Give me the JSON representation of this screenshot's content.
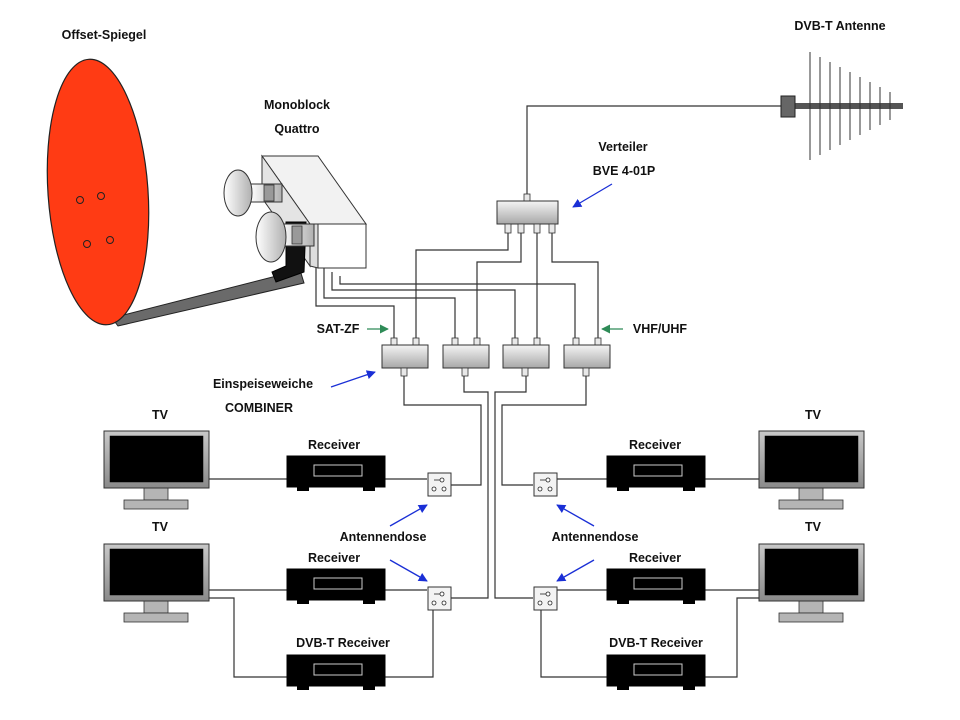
{
  "labels": {
    "dish": "Offset-Spiegel",
    "lnb_line1": "Monoblock",
    "lnb_line2": "Quattro",
    "antenna": "DVB-T Antenne",
    "splitter_line1": "Verteiler",
    "splitter_line2": "BVE 4-01P",
    "satzf": "SAT-ZF",
    "vhfuhf": "VHF/UHF",
    "combiner_line1": "Einspeiseweiche",
    "combiner_line2": "COMBINER",
    "tv_top_left": "TV",
    "tv_mid_left": "TV",
    "tv_top_right": "TV",
    "tv_mid_right": "TV",
    "receiver_tl": "Receiver",
    "receiver_ml": "Receiver",
    "receiver_tr": "Receiver",
    "receiver_mr": "Receiver",
    "dvbt_left": "DVB-T Receiver",
    "dvbt_right": "DVB-T Receiver",
    "socket_left": "Antennendose",
    "socket_right": "Antennendose"
  },
  "colors": {
    "dish": "#ff3b14",
    "arrow_blue": "#1a2fd6",
    "arrow_green": "#2e8b57"
  }
}
